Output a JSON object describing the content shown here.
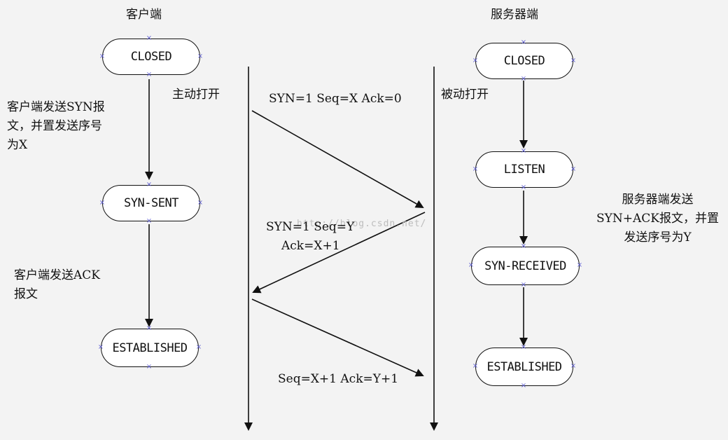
{
  "client": {
    "title": "客户端",
    "states": {
      "closed": "CLOSED",
      "syn_sent": "SYN-SENT",
      "established": "ESTABLISHED"
    },
    "active_open": "主动打开",
    "note_send_syn": [
      "客户端发送SYN报",
      "文，并置发送序号",
      "为X"
    ],
    "note_send_ack": [
      "客户端发送ACK",
      "报文"
    ]
  },
  "server": {
    "title": "服务器端",
    "states": {
      "closed": "CLOSED",
      "listen": "LISTEN",
      "syn_received": "SYN-RECEIVED",
      "established": "ESTABLISHED"
    },
    "passive_open": "被动打开",
    "note_send_synack": [
      "服务器端发送",
      "SYN+ACK报文，并置",
      "发送序号为Y"
    ]
  },
  "messages": {
    "syn": "SYN=1 Seq=X Ack=0",
    "synack_line1": "SYN=1 Seq=Y",
    "synack_line2": "Ack=X+1",
    "ack": "Seq=X+1 Ack=Y+1"
  },
  "watermark": "http://blog.csdn.net/"
}
